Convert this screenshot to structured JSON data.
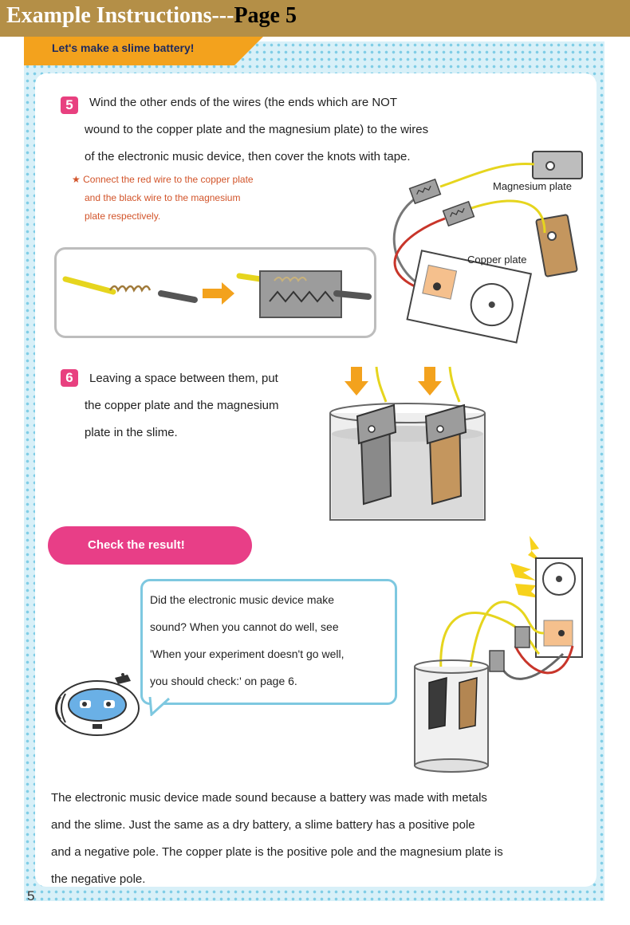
{
  "header": {
    "title_part1": "Example Instructions---",
    "title_part2": "Page 5"
  },
  "banner": {
    "text": "Let's make a slime battery!"
  },
  "step5": {
    "number": "5",
    "lines": [
      "Wind the other ends of the wires (the ends which are NOT",
      "wound to the copper plate and the magnesium plate) to the wires",
      "of the electronic music device, then cover the knots with tape."
    ],
    "note_star": "★",
    "note_lines": [
      "Connect the red wire to the copper plate",
      "and the black wire to the magnesium",
      "plate respectively."
    ],
    "label_magnesium": "Magnesium plate",
    "label_copper": "Copper plate"
  },
  "step6": {
    "number": "6",
    "lines": [
      "Leaving a space between them, put",
      "the copper plate and the magnesium",
      "plate in the slime."
    ]
  },
  "check": {
    "title": "Check the result!",
    "bubble_lines": [
      "Did the electronic music device make",
      "sound? When you cannot do well, see",
      "'When your experiment doesn't go well,",
      "you should check:' on page 6."
    ]
  },
  "explanation": {
    "lines": [
      "The electronic music device made sound because a battery was made with metals",
      "and the slime. Just the same as a dry battery, a slime battery has a positive pole",
      "and a negative pole. The copper plate is the positive pole and the magnesium plate is",
      "the negative pole."
    ]
  },
  "page_number": "5",
  "colors": {
    "header_bg": "#b48f47",
    "banner_orange": "#f3a21d",
    "step_pink": "#e8407f",
    "note_red": "#d2542a",
    "dot_blue": "#7fcde6",
    "copper": "#c4965e",
    "magnesium": "#8a8a8a"
  }
}
